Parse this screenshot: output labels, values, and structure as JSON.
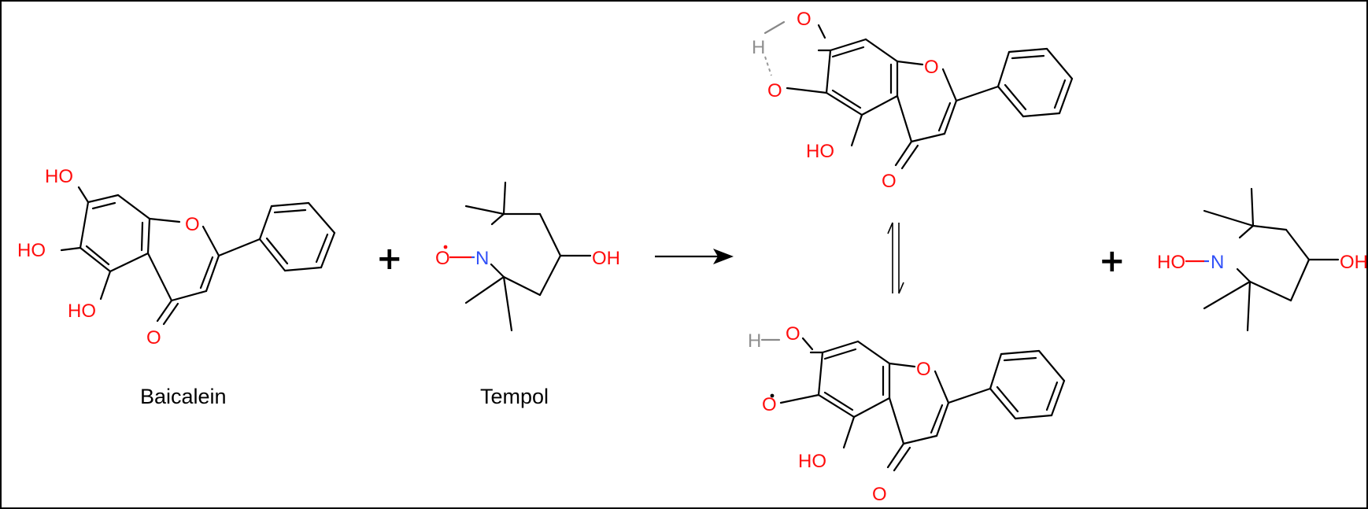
{
  "scheme": {
    "reactant1": {
      "caption": "Baicalein",
      "labels": {
        "oh7": "HO",
        "oh6": "HO",
        "oh5": "HO",
        "ring_o": "O",
        "carbonyl": "O"
      }
    },
    "reactant2": {
      "caption": "Tempol",
      "labels": {
        "o_radical": "O",
        "nitrogen": "N",
        "hydroxyl": "OH"
      }
    },
    "plus_sign": "+",
    "product_top": {
      "labels": {
        "h": "H",
        "o7": "O",
        "o6": "O",
        "ring_o": "O",
        "oh5": "HO",
        "carbonyl": "O"
      }
    },
    "product_bottom": {
      "labels": {
        "h": "H",
        "o7": "O",
        "o6": "O",
        "ring_o": "O",
        "oh5": "HO",
        "carbonyl": "O"
      }
    },
    "product_hydroxylamine": {
      "labels": {
        "ho": "HO",
        "nitrogen": "N",
        "hydroxyl": "OH"
      }
    },
    "colors": {
      "oxygen": "#ff0d0d",
      "nitrogen": "#3050f8",
      "hydrogen": "#909090",
      "bond": "#000000",
      "frame": "#000000"
    }
  }
}
